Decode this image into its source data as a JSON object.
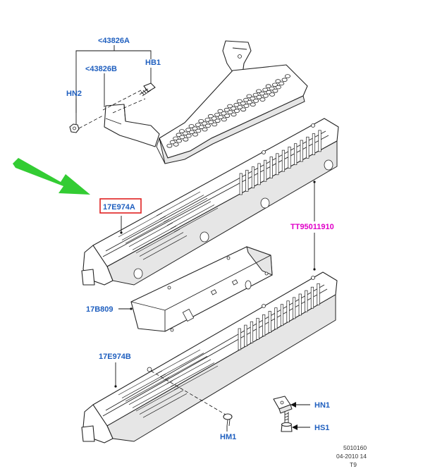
{
  "labels": {
    "l_43826A": "<43826A",
    "l_43826B": "<43826B",
    "l_HB1": "HB1",
    "l_HN2": "HN2",
    "l_17E974A": "17E974A",
    "l_TT95011910": "TT95011910",
    "l_17B809": "17B809",
    "l_17E974B": "17E974B",
    "l_HN1": "HN1",
    "l_HS1": "HS1",
    "l_HM1": "HM1"
  },
  "footer": {
    "line1": "5010160",
    "line2": "04-2010 14",
    "line3": "T9"
  },
  "colors": {
    "callout_blue": "#1f5fbf",
    "callout_pink": "#e000c8",
    "highlight_box": "#e02020",
    "arrow_green": "#33cc33"
  }
}
